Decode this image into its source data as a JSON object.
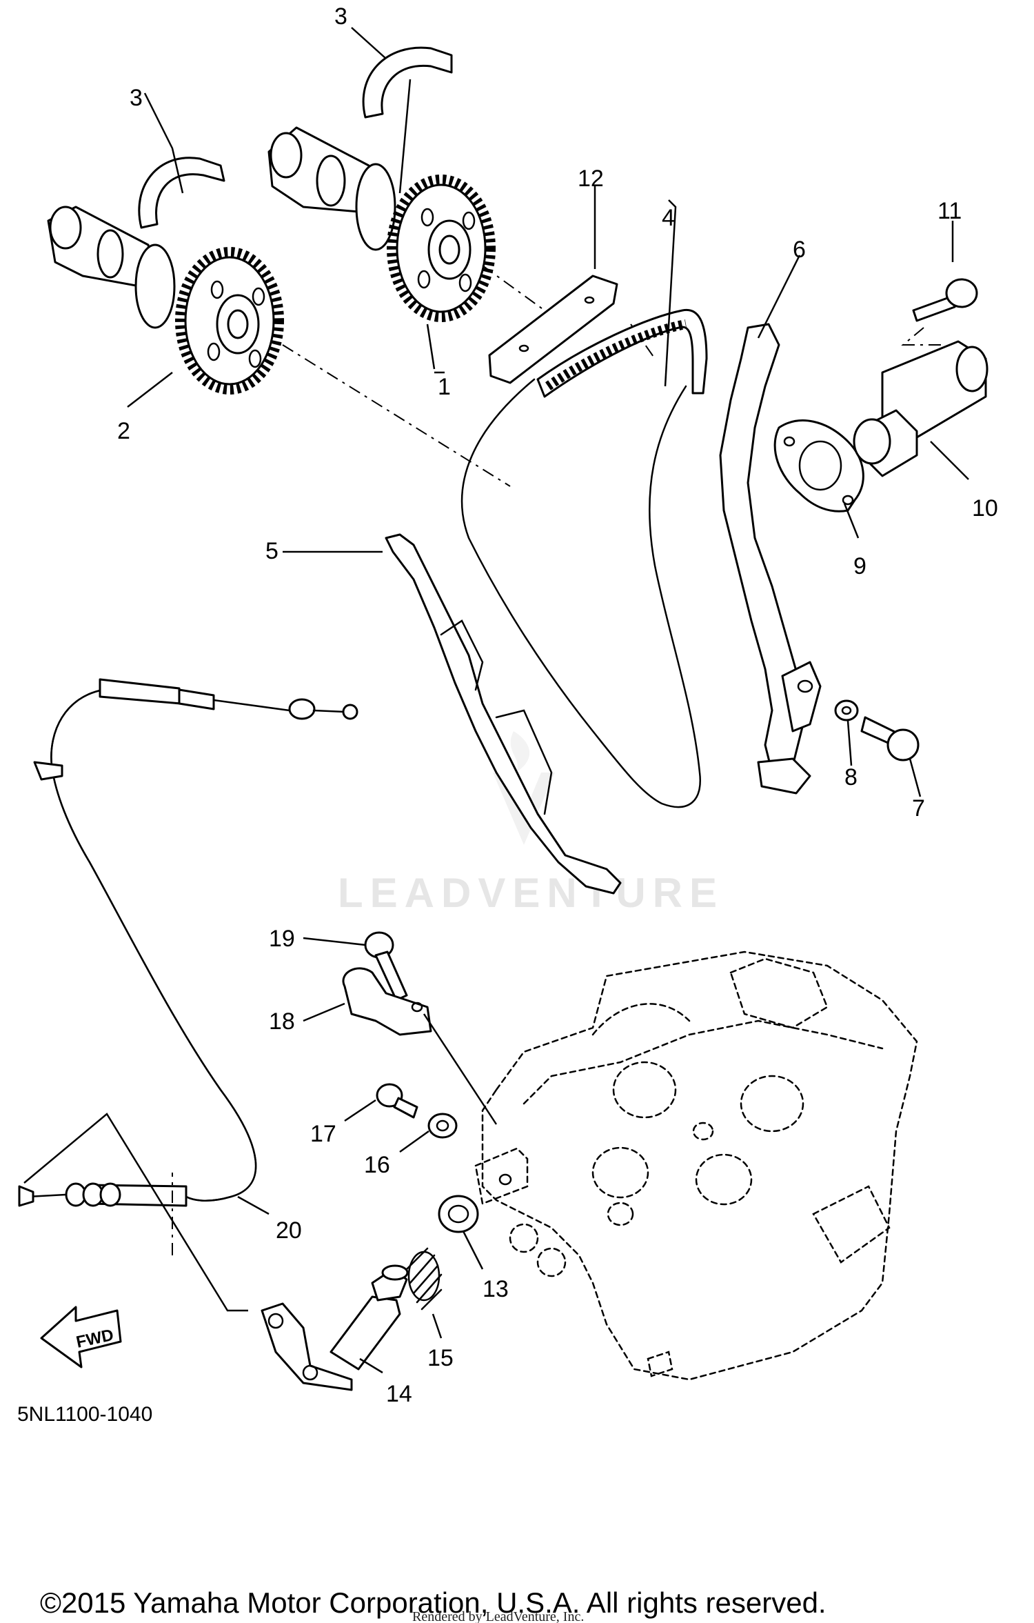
{
  "diagram": {
    "callouts": [
      "1",
      "2",
      "3",
      "3",
      "4",
      "5",
      "6",
      "7",
      "8",
      "9",
      "10",
      "11",
      "12",
      "13",
      "14",
      "15",
      "16",
      "17",
      "18",
      "19",
      "20"
    ],
    "fwd_label": "FWD",
    "diagram_code": "5NL1100-1040",
    "copyright": "©2015 Yamaha Motor Corporation, U.S.A. All rights reserved.",
    "rendered_by": "Rendered by LeadVenture, Inc.",
    "watermark": "LEADVENTURE"
  }
}
